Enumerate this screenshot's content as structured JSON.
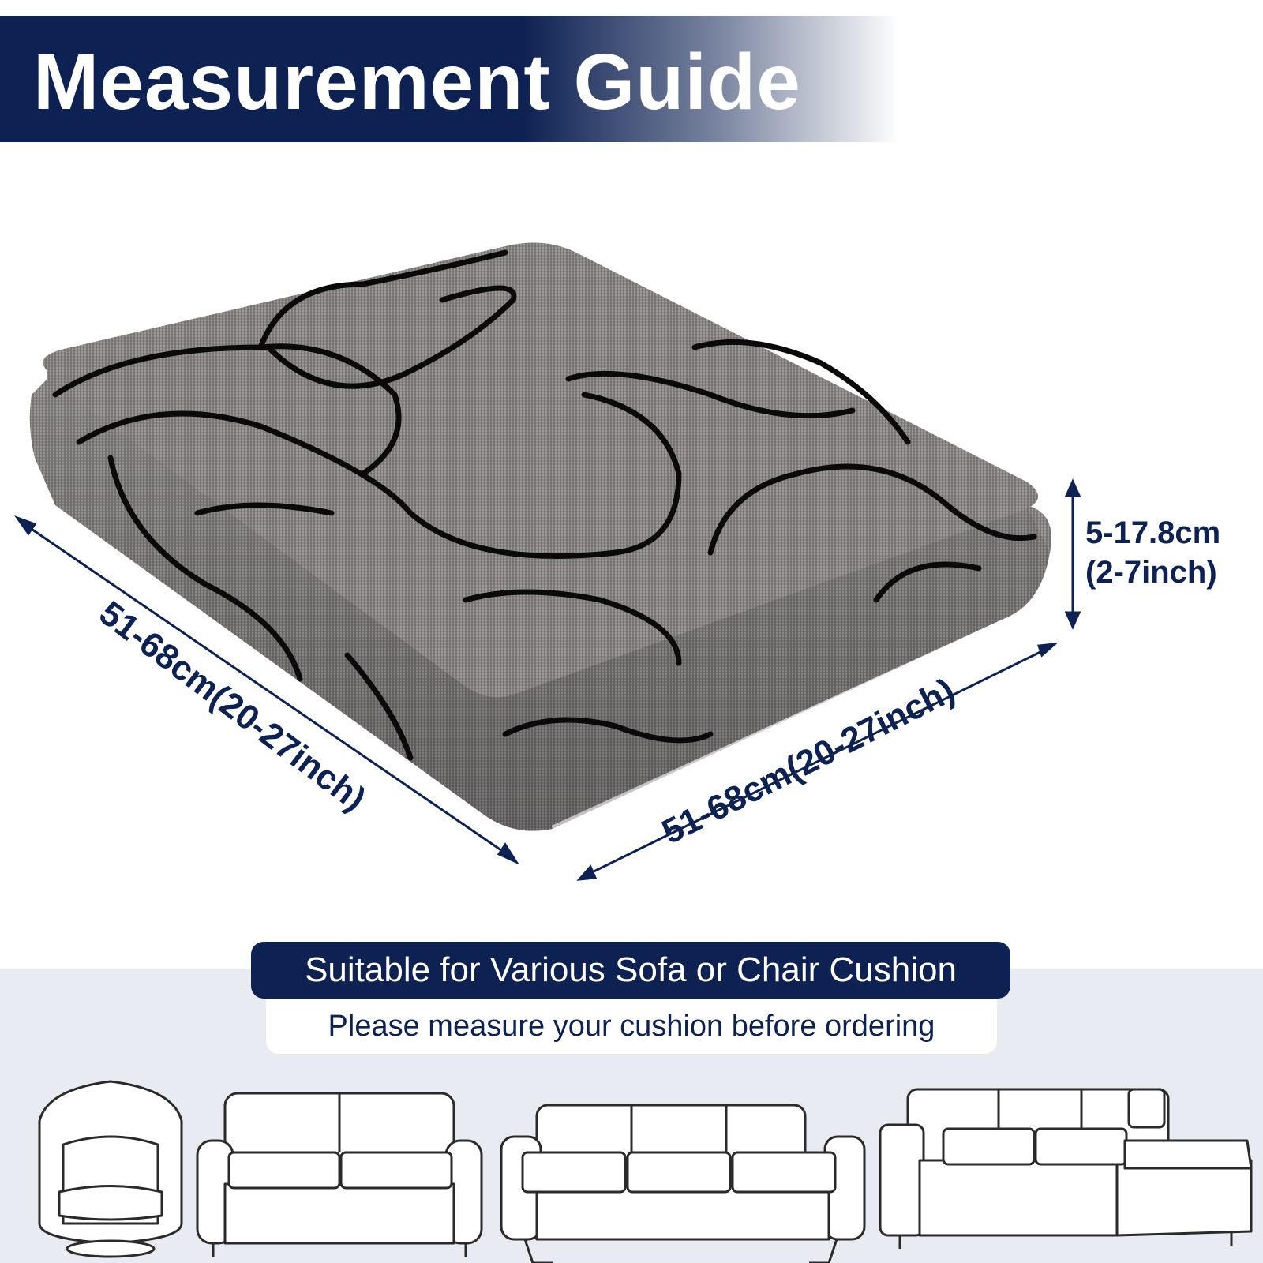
{
  "header": {
    "title": "Measurement Guide"
  },
  "dimensions": {
    "length_left": "51-68cm(20-27inch)",
    "length_right": "51-68cm(20-27inch)",
    "height_cm": "5-17.8cm",
    "height_inch": "(2-7inch)"
  },
  "info": {
    "headline": "Suitable for Various Sofa or Chair Cushion",
    "subline": "Please measure your cushion before ordering"
  },
  "colors": {
    "navy": "#0d2152",
    "fabric": "#7a7878",
    "panel": "#e8ebf1"
  }
}
